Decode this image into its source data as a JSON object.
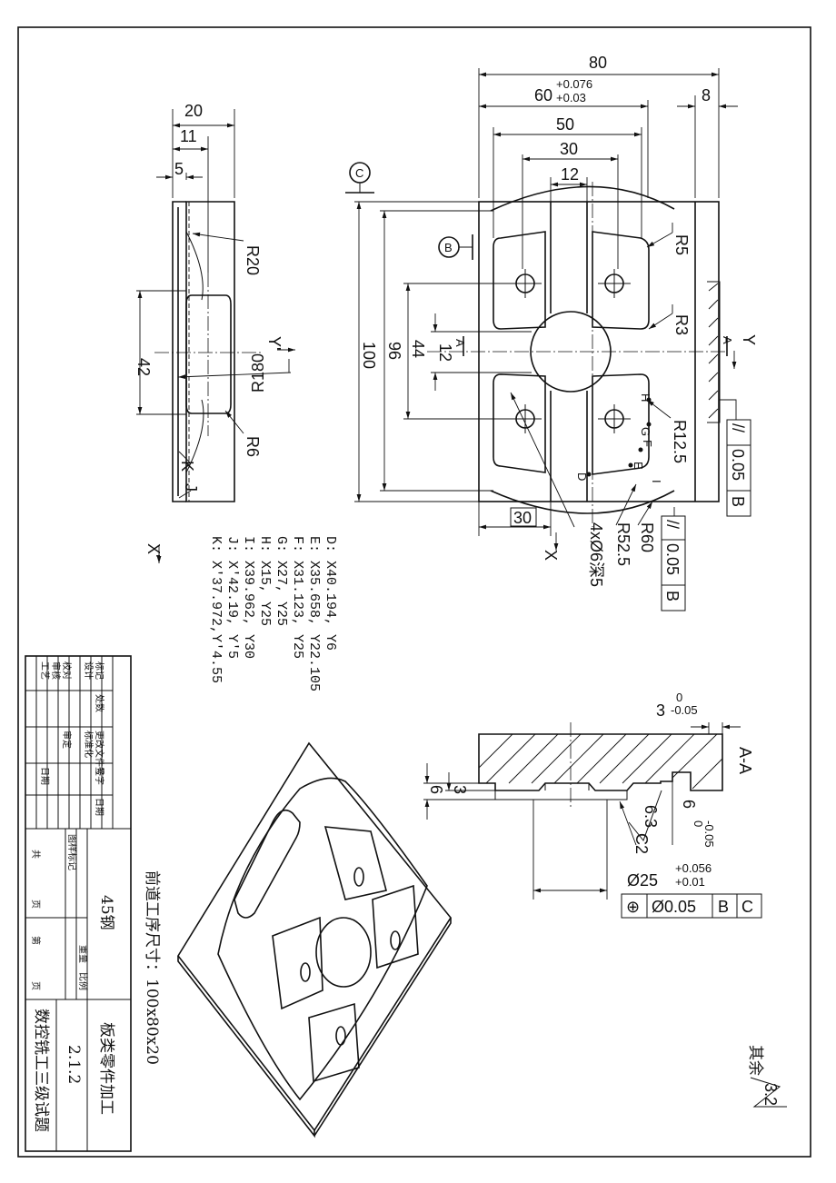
{
  "side_view": {
    "dims": [
      "20",
      "11",
      "5",
      "42"
    ],
    "radii": [
      "R20",
      "R180",
      "R6"
    ],
    "points": [
      "K",
      "J"
    ],
    "axes": [
      "Y'",
      "X'"
    ]
  },
  "top_view": {
    "dims": [
      "80",
      "60",
      "+0.076",
      "+0.03",
      "8",
      "50",
      "30",
      "12",
      "100",
      "96",
      "44",
      "12",
      "30"
    ],
    "datums": [
      "C",
      "B"
    ],
    "section": [
      "A",
      "A"
    ],
    "axes": [
      "Y",
      "X"
    ],
    "radii": [
      "R5",
      "R3",
      "R12.5",
      "R52.5",
      "R60"
    ],
    "holes": "4xØ6深5",
    "points": [
      "H",
      "G",
      "F",
      "E",
      "D",
      "I"
    ],
    "tolerance_1": [
      "//",
      "0.05",
      "B"
    ],
    "tolerance_2": [
      "//",
      "0.05",
      "B"
    ]
  },
  "coords": [
    "D: X40.194, Y6",
    "E: X35.658, Y22.105",
    "F: X31.123, Y25",
    "G: X27, Y25",
    "H: X15, Y25",
    "I: X39.962, Y30",
    "J: X'42.19, Y'5",
    "K: X'37.972,Y'4.55"
  ],
  "section": {
    "title": "A-A",
    "dims": [
      "3",
      "0",
      "-0.05",
      "6",
      "3",
      "6",
      "0",
      "-0.05",
      "6.3",
      "C2"
    ],
    "dia_dim": [
      "Ø25",
      "+0.056",
      "+0.01"
    ],
    "position_tol": [
      "⊕",
      "Ø0.05",
      "B",
      "C"
    ]
  },
  "notes": {
    "stock_size": "前道工序尺寸：100x80x20",
    "roughness_prefix": "其余",
    "roughness_value": "3.2"
  },
  "title_block": {
    "school_title": "数控铣工三级试题",
    "part_name": "板类零件加工",
    "drawing_no": "2.1.2",
    "material": "45钢",
    "cells_row1": [
      "标记",
      "处数",
      "更改文件号",
      "签字",
      "日期"
    ],
    "cells_row2": [
      "设计",
      "标准化",
      "图样标记",
      "重量",
      "比例"
    ],
    "cells_row3": [
      "校对",
      "审定"
    ],
    "cells_row4": [
      "审核"
    ],
    "cells_row5": [
      "工艺",
      "日期",
      "共",
      "页",
      "第",
      "页"
    ]
  }
}
